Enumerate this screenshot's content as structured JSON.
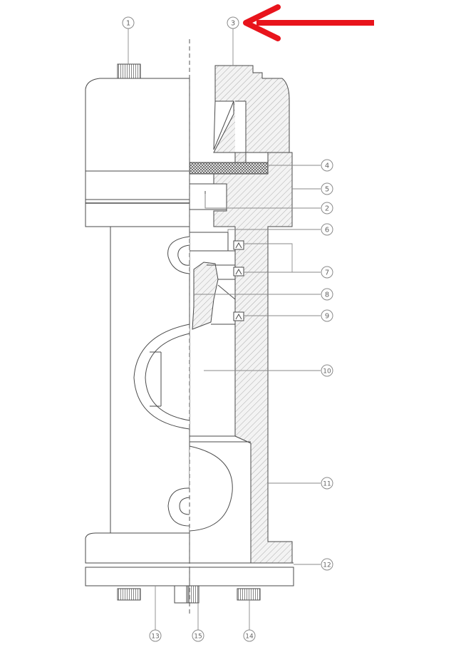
{
  "diagram": {
    "callouts": [
      {
        "id": "c1",
        "label": "1"
      },
      {
        "id": "c3",
        "label": "3"
      },
      {
        "id": "c4",
        "label": "4"
      },
      {
        "id": "c5",
        "label": "5"
      },
      {
        "id": "c2",
        "label": "2"
      },
      {
        "id": "c6",
        "label": "6"
      },
      {
        "id": "c7",
        "label": "7"
      },
      {
        "id": "c8",
        "label": "8"
      },
      {
        "id": "c9",
        "label": "9"
      },
      {
        "id": "c10",
        "label": "10"
      },
      {
        "id": "c11",
        "label": "11"
      },
      {
        "id": "c12",
        "label": "12"
      },
      {
        "id": "c13",
        "label": "13"
      },
      {
        "id": "c15",
        "label": "15"
      },
      {
        "id": "c14",
        "label": "14"
      }
    ]
  },
  "colors": {
    "outline": "#4a4a4a",
    "callout": "#8a8a8a",
    "hatch": "#9a9a9a",
    "section_fill": "#f3f3f3",
    "arrow": "#e8141c"
  },
  "highlight": {
    "icon": "arrow-left-icon",
    "target_label": "3"
  }
}
